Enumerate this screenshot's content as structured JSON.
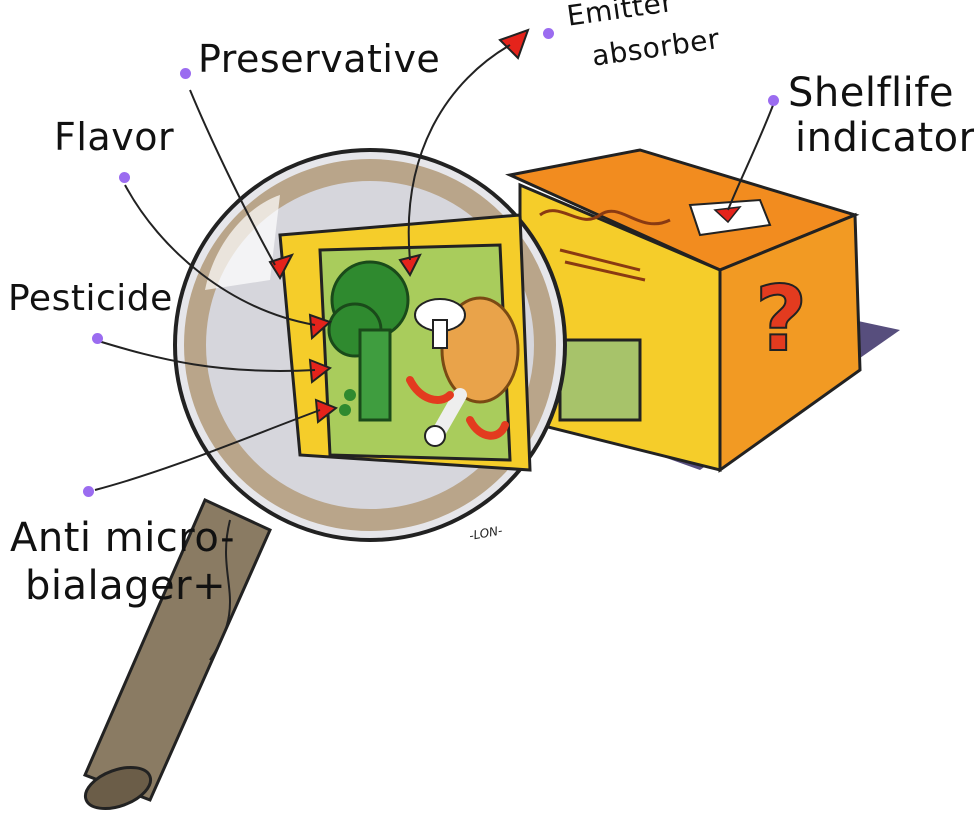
{
  "labels": {
    "preservative": "Preservative",
    "emitter_absorber_line1": "Emitter",
    "emitter_absorber_line2": "absorber",
    "shelflife_line1": "Shelflife",
    "shelflife_line2": "indicator",
    "flavor": "Flavor",
    "pesticide": "Pesticide",
    "antimicro_line1": "Anti micro-",
    "antimicro_line2": "bialager+"
  },
  "colors": {
    "dot": "#9b6cf0",
    "arrow": "#e5231b",
    "box_orange": "#f2922a",
    "box_yellow": "#f5d23a",
    "handle": "#8a7b63",
    "lens_rim": "#b9a58a",
    "veggie_green": "#2f8a2f"
  },
  "artist_signature": "-LON-"
}
